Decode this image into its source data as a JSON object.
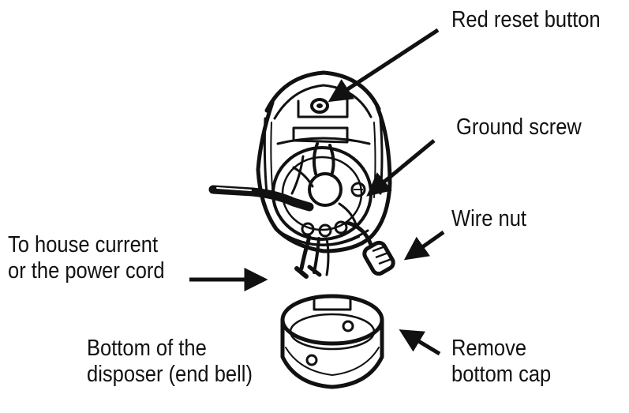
{
  "labels": {
    "red_reset_button": "Red reset button",
    "ground_screw": "Ground screw",
    "wire_nut": "Wire nut",
    "house_current": [
      "To house current",
      "or the power cord"
    ],
    "remove_bottom_cap": [
      "Remove",
      "bottom cap"
    ],
    "bottom_of_disposer": [
      "Bottom of the",
      "disposer (end bell)"
    ]
  },
  "colors": {
    "ink": "#111111",
    "background": "#ffffff"
  }
}
